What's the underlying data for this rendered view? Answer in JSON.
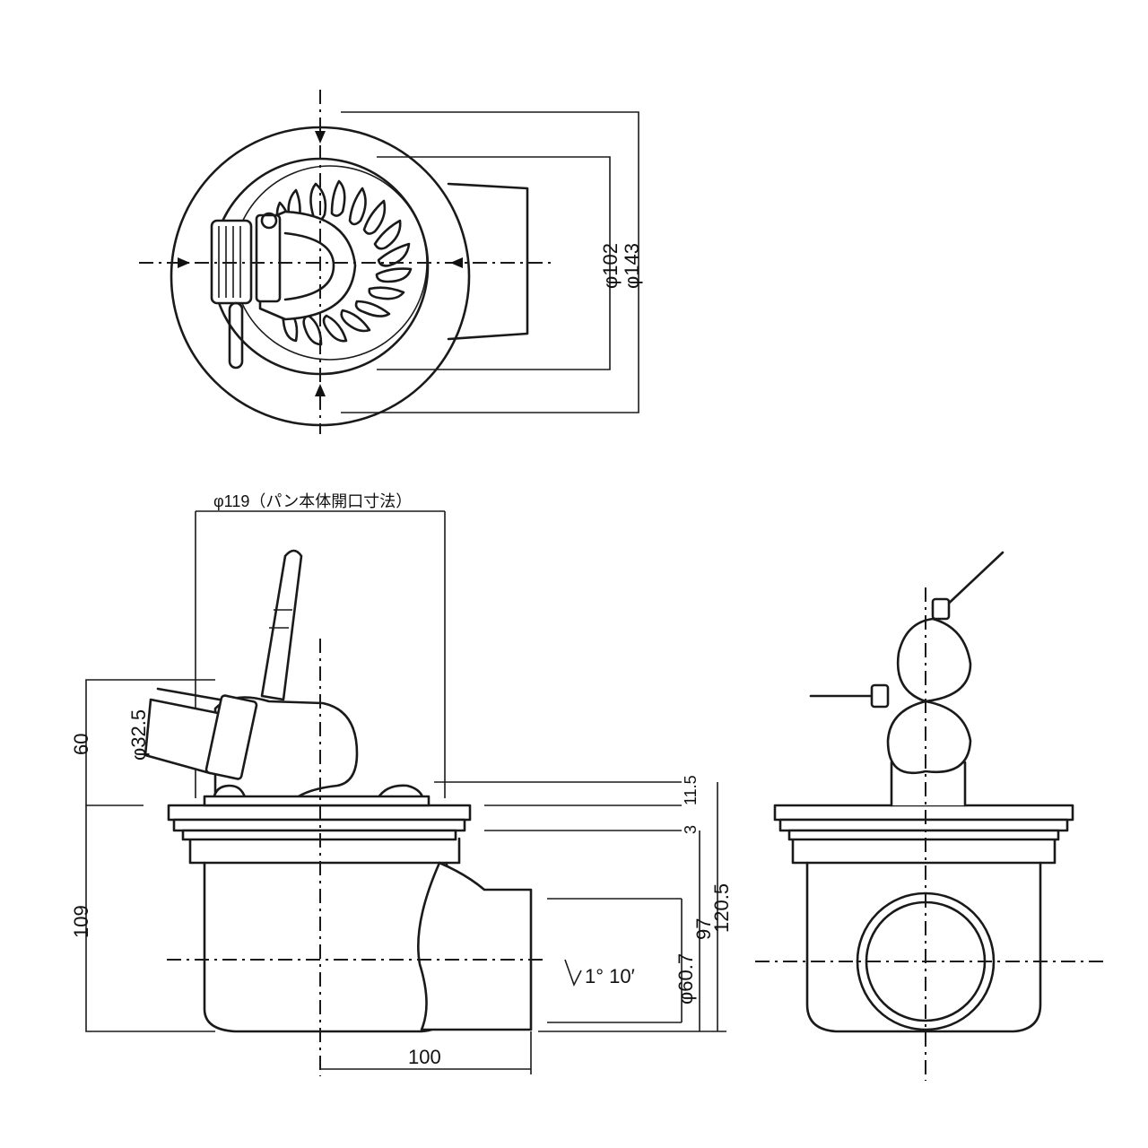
{
  "top_view": {
    "dim_inner_diameter": "φ102",
    "dim_outer_diameter": "φ143"
  },
  "front_view": {
    "dim_opening": "φ119（パン本体開口寸法）",
    "dim_height_upper": "60",
    "dim_pipe_diameter": "φ32.5",
    "dim_height_lower": "109",
    "dim_flange_gap": "3",
    "dim_flange_thickness": "11.5",
    "dim_height_97": "97",
    "dim_height_total": "120.5",
    "dim_outlet_diameter": "φ60.7",
    "dim_slope": "1° 10′",
    "dim_offset": "100"
  }
}
